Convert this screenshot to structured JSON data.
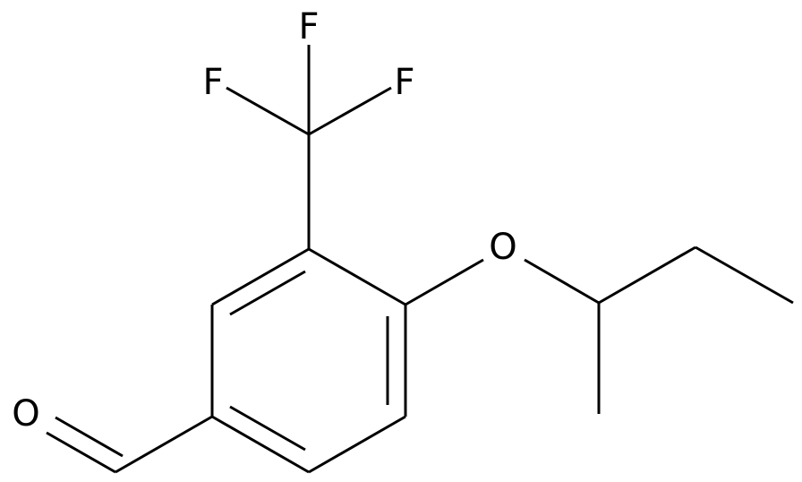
{
  "molecule": {
    "atoms": {
      "F1": "F",
      "F2": "F",
      "F3": "F",
      "O_ether": "O",
      "O_aldehyde": "O"
    }
  }
}
